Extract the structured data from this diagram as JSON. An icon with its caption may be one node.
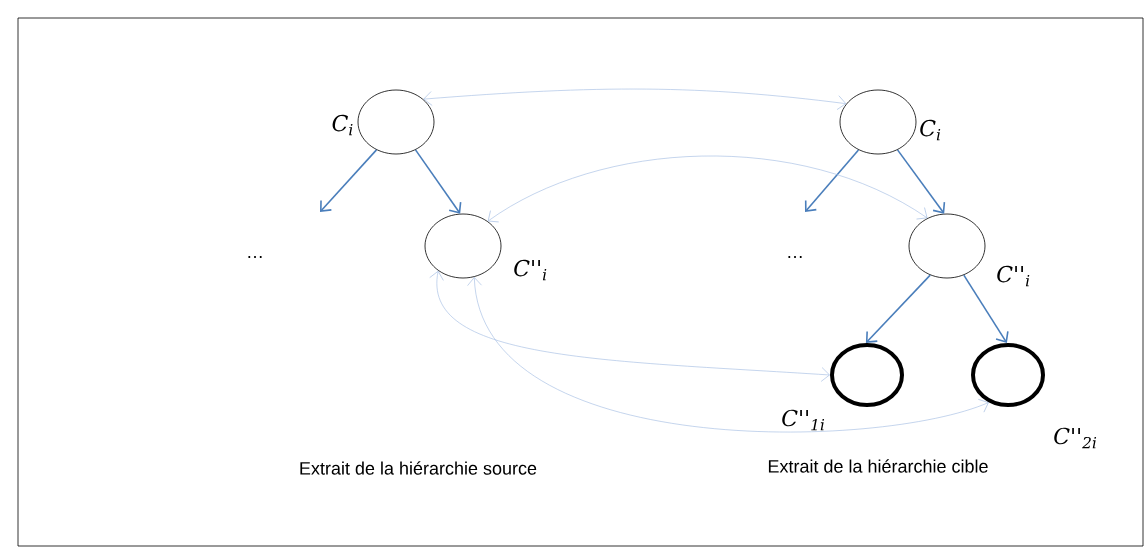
{
  "diagram": {
    "nodes": [
      {
        "text": [],
        "shape": "circle",
        "beside": [
          "C$_{i}$"
        ]
      },
      {
        "text": [],
        "shape": "circle",
        "beside": [
          "C''$_{i}$"
        ]
      },
      {
        "text": [],
        "shape": "circle",
        "beside": [
          "C$_{i}$"
        ]
      },
      {
        "text": [],
        "shape": "circle",
        "beside": [
          "C''$_{i}$"
        ]
      },
      {
        "text": [],
        "shape": "circle",
        "beside": [
          "C''$_{1i}$"
        ]
      },
      {
        "text": [],
        "shape": "circle",
        "beside": [
          "C''$_{2i}$"
        ]
      }
    ],
    "edges": [
      {
        "from": 0,
        "to": null,
        "arrow": "to"
      },
      {
        "from": 0,
        "to": 1,
        "arrow": "to"
      },
      {
        "from": 2,
        "to": null,
        "arrow": "to"
      },
      {
        "from": 2,
        "to": 3,
        "arrow": "to"
      },
      {
        "from": 3,
        "to": 4,
        "arrow": "to"
      },
      {
        "from": 3,
        "to": 5,
        "arrow": "to"
      },
      {
        "from": 0,
        "to": 2,
        "arrow": "both",
        "color": "#9db8e0"
      },
      {
        "from": 1,
        "to": 3,
        "arrow": "both",
        "color": "#9db8e0"
      },
      {
        "from": 1,
        "to": 4,
        "arrow": "both",
        "color": "#9db8e0"
      },
      {
        "from": 1,
        "to": 5,
        "arrow": "both",
        "color": "#9db8e0"
      }
    ],
    "labels": [
      "…",
      "…",
      "Extrait de la hiérarchie source",
      "Extrait de la hiérarchie cible"
    ]
  }
}
